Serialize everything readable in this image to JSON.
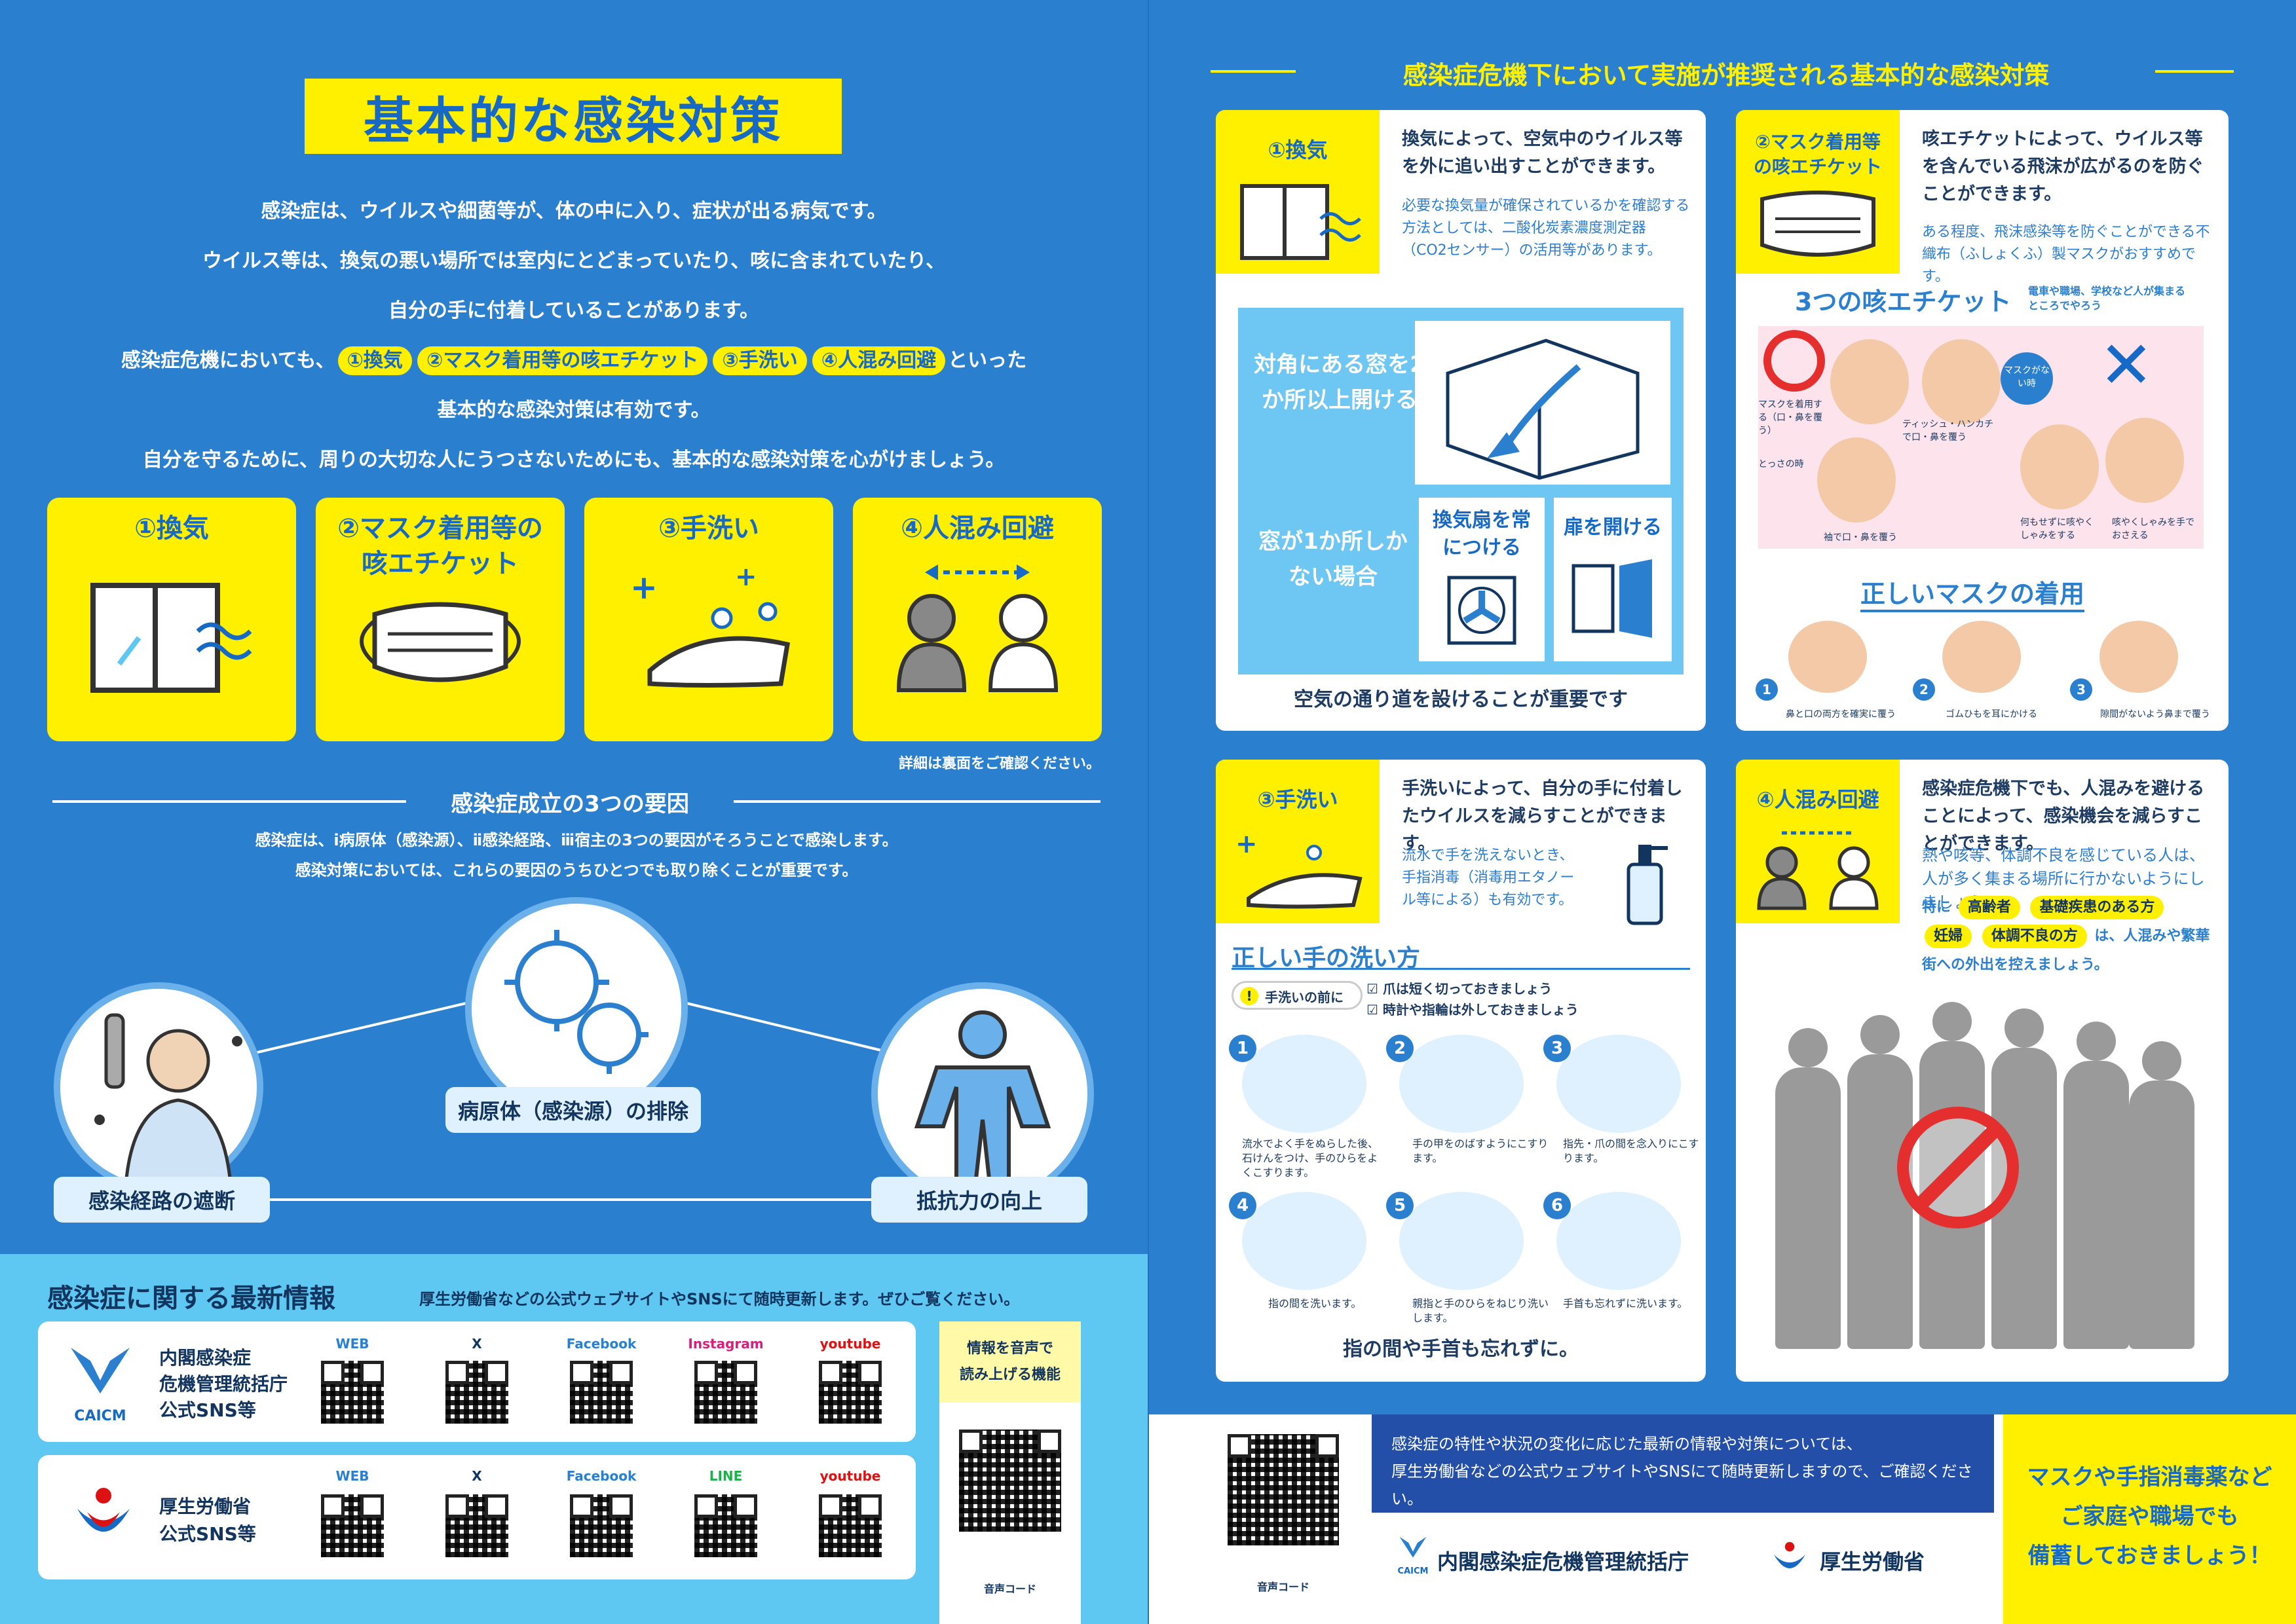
{
  "left": {
    "title": "基本的な感染対策",
    "intro": [
      "感染症は、ウイルスや細菌等が、体の中に入り、症状が出る病気です。",
      "ウイルス等は、換気の悪い場所では室内にとどまっていたり、咳に含まれていたり、",
      "自分の手に付着していることがあります。"
    ],
    "intro_line4_pre": "感染症危機においても、",
    "intro_pills": [
      "①換気",
      "②マスク着用等の咳エチケット",
      "③手洗い",
      "④人混み回避"
    ],
    "intro_line4_post": "といった",
    "intro_line5": "基本的な感染対策は有効です。",
    "intro_line6": "自分を守るために、周りの大切な人にうつさないためにも、基本的な感染対策を心がけましょう。",
    "measures": [
      {
        "label": "①換気",
        "icon": "window-icon"
      },
      {
        "label": "②マスク着用等の咳エチケット",
        "icon": "mask-icon"
      },
      {
        "label": "③手洗い",
        "icon": "handwash-icon"
      },
      {
        "label": "④人混み回避",
        "icon": "people-distance-icon"
      }
    ],
    "details_note": "詳細は裏面をご確認ください。",
    "factors_heading": "感染症成立の3つの要因",
    "factors_text": [
      "感染症は、ⅰ病原体（感染源）、ⅱ感染経路、ⅲ宿主の3つの要因がそろうことで感染します。",
      "感染対策においては、これらの要因のうちひとつでも取り除くことが重要です。"
    ],
    "factor_labels": {
      "route": "感染経路の遮断",
      "pathogen": "病原体（感染源）の排除",
      "host": "抵抗力の向上"
    },
    "news": {
      "title": "感染症に関する最新情報",
      "subtitle": "厚生労働省などの公式ウェブサイトやSNSにて随時更新します。ぜひご覧ください。",
      "org1": {
        "name_lines": [
          "内閣感染症",
          "危機管理統括庁",
          "公式SNS等"
        ],
        "logo": "CAICM",
        "links": [
          "WEB",
          "X",
          "Facebook",
          "Instagram",
          "youtube"
        ]
      },
      "org2": {
        "name_lines": [
          "厚生労働省",
          "公式SNS等"
        ],
        "links": [
          "WEB",
          "X",
          "Facebook",
          "LINE",
          "youtube"
        ]
      },
      "voice_box": [
        "情報を音声で",
        "読み上げる機能"
      ],
      "voice_code": "音声コード"
    }
  },
  "right": {
    "header": "感染症危機下において実施が推奨される基本的な感染対策",
    "vent": {
      "tab": "①換気",
      "text": "換気によって、空気中のウイルス等を外に追い出すことができます。",
      "note": "必要な換気量が確保されているかを確認する方法としては、二酸化炭素濃度測定器（CO2センサー）の活用等があります。",
      "diag1": "対角にある窓を2か所以上開ける",
      "diag2": "窓が1か所しかない場合",
      "fan": "換気扇を常につける",
      "door": "扉を開ける",
      "footer": "空気の通り道を設けることが重要です"
    },
    "mask": {
      "tab": "②マスク着用等の咳エチケット",
      "text": "咳エチケットによって、ウイルス等を含んでいる飛沫が広がるのを防ぐことができます。",
      "note": "ある程度、飛沫感染等を防ぐことができる不織布（ふしょくふ）製マスクがおすすめです。",
      "etiquette_title": "3つの咳エチケット",
      "etiquette_note": "電車や職場、学校など人が集まるところでやろう",
      "labels": [
        "マスクを着用する（口・鼻を覆う）",
        "マスクがない時",
        "ティッシュ・ハンカチで口・鼻を覆う",
        "とっさの時",
        "袖で口・鼻を覆う",
        "何もせずに咳やくしゃみをする",
        "咳やくしゃみを手でおさえる"
      ],
      "wear_title": "正しいマスクの着用",
      "wear_steps": [
        "鼻と口の両方を確実に覆う",
        "ゴムひもを耳にかける",
        "隙間がないよう鼻まで覆う"
      ]
    },
    "hand": {
      "tab": "③手洗い",
      "text": "手洗いによって、自分の手に付着したウイルスを減らすことができます。",
      "note": "流水で手を洗えないとき、手指消毒（消毒用エタノール等による）も有効です。",
      "howto_title": "正しい手の洗い方",
      "before": "手洗いの前に",
      "checks": [
        "爪は短く切っておきましょう",
        "時計や指輪は外しておきましょう"
      ],
      "steps": [
        "流水でよく手をぬらした後、石けんをつけ、手のひらをよくこすります。",
        "手の甲をのばすようにこすります。",
        "指先・爪の間を念入りにこすります。",
        "指の間を洗います。",
        "親指と手のひらをねじり洗いします。",
        "手首も忘れずに洗います。"
      ],
      "footer": "指の間や手首も忘れずに。"
    },
    "crowd": {
      "tab": "④人混み回避",
      "text": "感染症危機下でも、人混みを避けることによって、感染機会を減らすことができます。",
      "note": "熱や咳等、体調不良を感じている人は、人が多く集まる場所に行かないようにしましょう。",
      "special_pre": "特に",
      "pills": [
        "高齢者",
        "基礎疾患のある方",
        "妊婦",
        "体調不良の方"
      ],
      "special_post": "は、人混みや繁華街への外出を控えましょう。"
    },
    "footer": {
      "info": [
        "感染症の特性や状況の変化に応じた最新の情報や対策については、",
        "厚生労働省などの公式ウェブサイトやSNSにて随時更新しますので、ご確認ください。"
      ],
      "voice_code": "音声コード",
      "org1": "内閣感染症危機管理統括庁",
      "org2": "厚生労働省",
      "caicm": "CAICM",
      "stock": [
        "マスクや手指消毒薬など",
        "ご家庭や職場でも",
        "備蓄しておきましょう！"
      ]
    }
  },
  "colors": {
    "blue": "#2b7fcf",
    "yellow": "#fff000",
    "light_blue": "#5ec8f2",
    "dark_navy": "#1e3c63"
  }
}
